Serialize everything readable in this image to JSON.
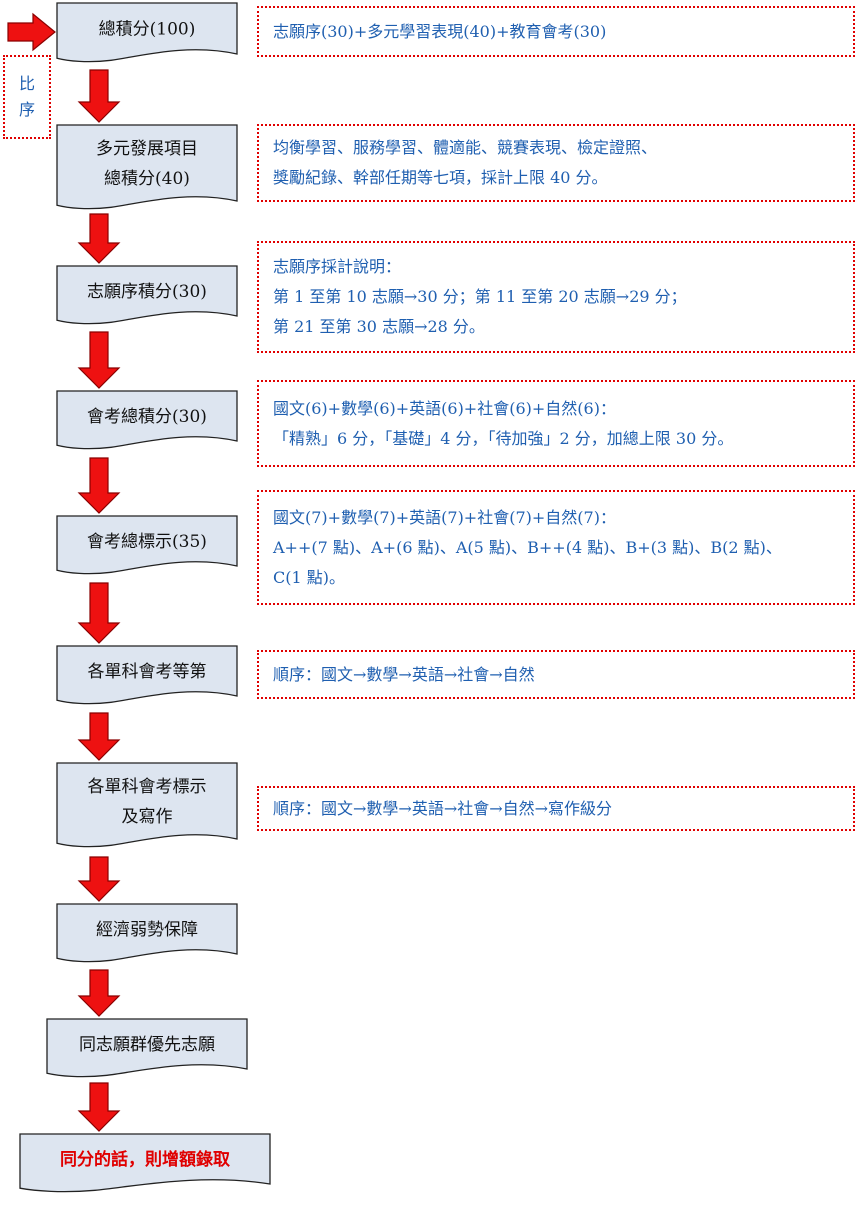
{
  "rank_label": [
    "比",
    "序"
  ],
  "steps": [
    {
      "id": "total",
      "lines": [
        "總積分(100)"
      ]
    },
    {
      "id": "diverse",
      "lines": [
        "多元發展項目",
        "總積分(40)"
      ]
    },
    {
      "id": "preference",
      "lines": [
        "志願序積分(30)"
      ]
    },
    {
      "id": "exam-score",
      "lines": [
        "會考總積分(30)"
      ]
    },
    {
      "id": "exam-mark",
      "lines": [
        "會考總標示(35)"
      ]
    },
    {
      "id": "subject-grade",
      "lines": [
        "各單科會考等第"
      ]
    },
    {
      "id": "subject-mark",
      "lines": [
        "各單科會考標示",
        "及寫作"
      ]
    },
    {
      "id": "economic",
      "lines": [
        "經濟弱勢保障"
      ]
    },
    {
      "id": "same-group",
      "lines": [
        "同志願群優先志願"
      ]
    },
    {
      "id": "tie",
      "lines": [
        "同分的話，則增額錄取"
      ]
    }
  ],
  "notes": [
    {
      "id": "total",
      "lines": [
        "志願序(30)+多元學習表現(40)+教育會考(30)"
      ]
    },
    {
      "id": "diverse",
      "lines": [
        "均衡學習、服務學習、體適能、競賽表現、檢定證照、",
        "獎勵紀錄、幹部任期等七項，採計上限 40 分。"
      ]
    },
    {
      "id": "preference",
      "lines": [
        "志願序採計說明：",
        "第 1 至第 10 志願→30 分；第 11 至第 20 志願→29 分；",
        "第 21 至第 30 志願→28 分。"
      ]
    },
    {
      "id": "exam-score",
      "lines": [
        "國文(6)+數學(6)+英語(6)+社會(6)+自然(6)：",
        "「精熟」6 分，「基礎」4 分，「待加強」2 分，加總上限 30 分。"
      ]
    },
    {
      "id": "exam-mark",
      "lines": [
        "國文(7)+數學(7)+英語(7)+社會(7)+自然(7)：",
        "A++(7 點)、A+(6 點)、A(5 點)、B++(4 點)、B+(3 點)、B(2 點)、",
        "C(1 點)。"
      ]
    },
    {
      "id": "subject-grade",
      "lines": [
        "順序：國文→數學→英語→社會→自然"
      ]
    },
    {
      "id": "subject-mark",
      "lines": [
        "順序：國文→數學→英語→社會→自然→寫作級分"
      ]
    }
  ],
  "colors": {
    "box_fill": "#dde5f0",
    "arrow": "#ee1111",
    "note_border": "#e00000",
    "note_text": "#1f5fb0",
    "final_text": "#e00000"
  }
}
